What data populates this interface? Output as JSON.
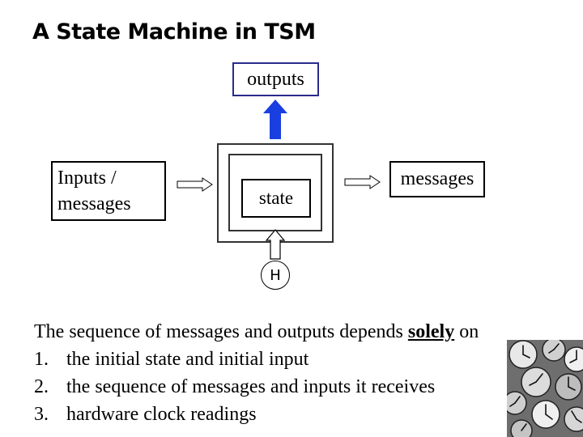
{
  "title": "A State Machine in TSM",
  "diagram": {
    "outputs_label": "outputs",
    "inputs_label": "Inputs /\nmessages",
    "state_label": "state",
    "messages_label": "messages",
    "h_label": "H"
  },
  "statement": {
    "intro": "The sequence of messages and outputs depends ",
    "emphasis": "solely",
    "intro_end": " on",
    "items": [
      {
        "num": "1.",
        "text": "the initial state and initial input"
      },
      {
        "num": "2.",
        "text": "the sequence of messages and inputs it receives"
      },
      {
        "num": "3.",
        "text": "hardware clock readings"
      }
    ]
  },
  "colors": {
    "arrow_up": "#1a3fe0",
    "outputs_border": "#2a2a8c"
  }
}
